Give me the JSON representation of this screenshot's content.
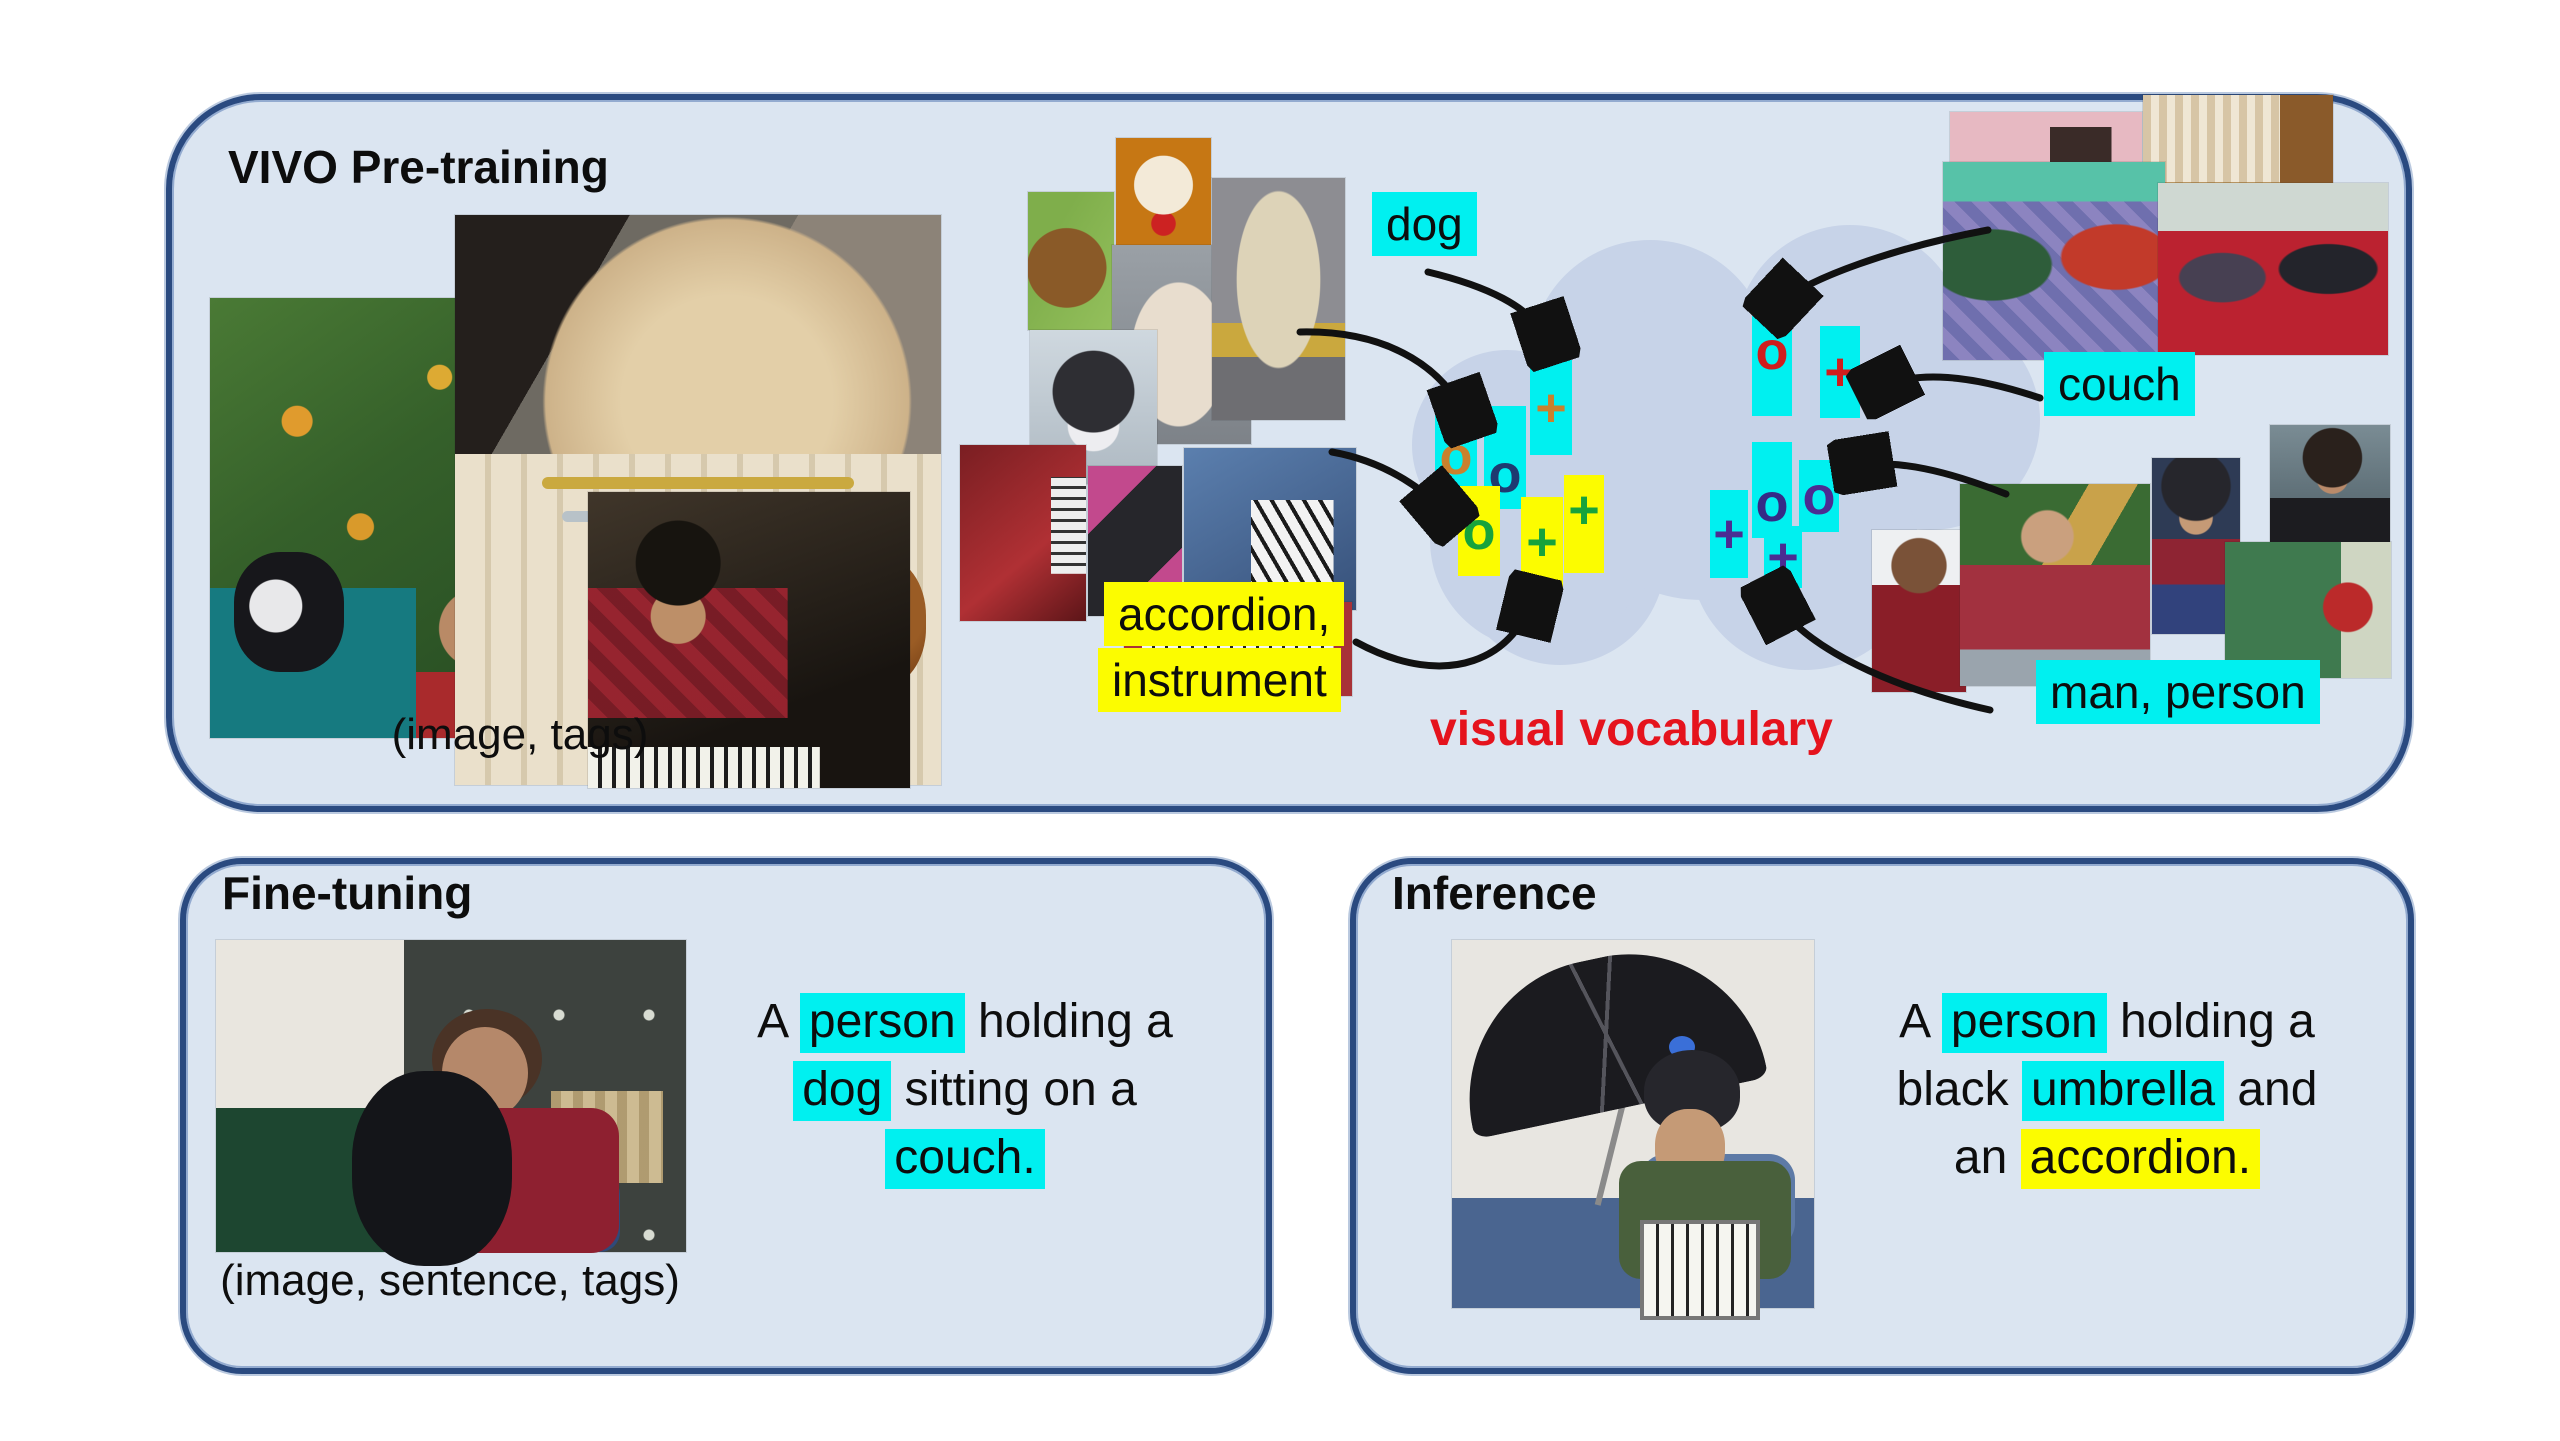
{
  "figure": {
    "pretraining": {
      "title": "VIVO Pre-training",
      "caption": "(image, tags)",
      "labels": {
        "dog": "dog",
        "couch": "couch",
        "accordion_line1": "accordion,",
        "accordion_line2": "instrument",
        "man_person": "man, person"
      },
      "vocabulary_caption": "visual vocabulary",
      "symbol_groups": {
        "dog": {
          "box_color": "#00f0f0",
          "glyphs": [
            {
              "char": "o",
              "color": "#c9812d"
            },
            {
              "char": "o",
              "color": "#1e3a70"
            },
            {
              "char": "+",
              "color": "#c9812d"
            }
          ]
        },
        "accordion": {
          "box_color": "#fcfc00",
          "glyphs": [
            {
              "char": "o",
              "color": "#17a33c"
            },
            {
              "char": "+",
              "color": "#17a33c"
            },
            {
              "char": "+",
              "color": "#17a33c"
            }
          ]
        },
        "couch": {
          "box_color": "#00f0f0",
          "glyphs": [
            {
              "char": "o",
              "color": "#cf1d1d"
            },
            {
              "char": "+",
              "color": "#cf1d1d"
            }
          ]
        },
        "man_person": {
          "box_color": "#00f0f0",
          "glyphs": [
            {
              "char": "o",
              "color": "#352b86"
            },
            {
              "char": "o",
              "color": "#4b2c92"
            },
            {
              "char": "+",
              "color": "#4b2c92"
            },
            {
              "char": "+",
              "color": "#4b2c92"
            }
          ]
        }
      }
    },
    "finetuning": {
      "title": "Fine-tuning",
      "caption": "(image, sentence, tags)",
      "sentence_lines": [
        [
          {
            "t": "A "
          },
          {
            "t": "person",
            "hl": "cyan"
          },
          {
            "t": " holding a"
          }
        ],
        [
          {
            "t": "dog",
            "hl": "cyan"
          },
          {
            "t": " sitting on a"
          }
        ],
        [
          {
            "t": "couch.",
            "hl": "cyan"
          }
        ]
      ]
    },
    "inference": {
      "title": "Inference",
      "sentence_lines": [
        [
          {
            "t": "A "
          },
          {
            "t": "person",
            "hl": "cyan"
          },
          {
            "t": " holding a"
          }
        ],
        [
          {
            "t": "black "
          },
          {
            "t": "umbrella",
            "hl": "cyan"
          },
          {
            "t": " and"
          }
        ],
        [
          {
            "t": "an "
          },
          {
            "t": "accordion.",
            "hl": "yellow"
          }
        ]
      ]
    },
    "colors": {
      "panel_background": "#dbe5f1",
      "panel_border": "#2a4a80",
      "cloud": "#c7d3e8",
      "highlight_cyan": "#00f0f0",
      "highlight_yellow": "#fcfc00",
      "vocabulary_red": "#e5131d",
      "glyph_orange": "#c9812d",
      "glyph_navy": "#1e3a70",
      "glyph_green": "#17a33c",
      "glyph_red": "#cf1d1d",
      "glyph_purple": "#4b2c92"
    }
  }
}
